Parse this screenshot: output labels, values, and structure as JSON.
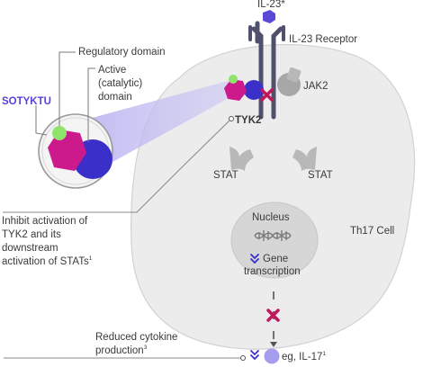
{
  "receptor": {
    "ligand_label": "IL-23*",
    "receptor_label": "IL-23 Receptor"
  },
  "domains": {
    "regulatory": "Regulatory domain",
    "active_line1": "Active",
    "active_line2": "(catalytic)",
    "active_line3": "domain"
  },
  "drug": {
    "name": "SOTYKTU"
  },
  "kinases": {
    "jak2": "JAK2",
    "tyk2": "TYK2"
  },
  "stat": {
    "left": "STAT",
    "right": "STAT"
  },
  "cell": {
    "label": "Th17 Cell",
    "nucleus": "Nucleus",
    "gene_line1": "Gene",
    "gene_line2": "transcription"
  },
  "annotations": {
    "inhibit_line1": "Inhibit activation of",
    "inhibit_line2": "TYK2 and its",
    "inhibit_line3": "downstream",
    "inhibit_line4": "activation of STATs",
    "inhibit_sup": "1",
    "reduced_line1": "Reduced cytokine",
    "reduced_line2": "production",
    "reduced_sup": "3"
  },
  "output": {
    "cytokine": "eg, IL-17",
    "cytokine_sup": "1"
  },
  "colors": {
    "drug_text": "#5b3fd8",
    "cell_fill": "#ececec",
    "nucleus_fill": "#d6d6d6",
    "receptor": "#4f4f6e",
    "magenta": "#cc1a8c",
    "indigo": "#3b2fc9",
    "green": "#8fe36a",
    "cross": "#c2185b",
    "cone": "#c9c4f2",
    "cytokine": "#a69cf0"
  }
}
